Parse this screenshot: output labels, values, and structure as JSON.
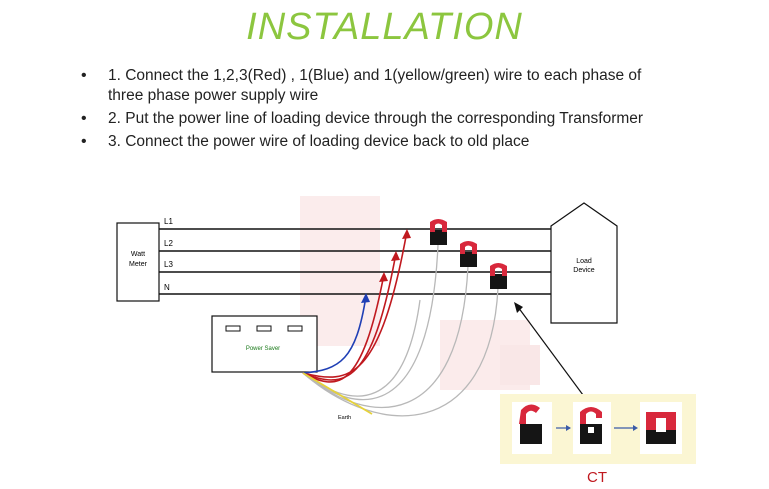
{
  "title": "INSTALLATION",
  "steps": [
    "1. Connect the 1,2,3(Red) , 1(Blue) and 1(yellow/green) wire to each phase of three phase power supply wire",
    "2. Put the power line of loading device through the corresponding Transformer",
    "3. Connect the power wire of loading device back to old place"
  ],
  "diagram": {
    "watt_meter": [
      "Watt",
      "Meter"
    ],
    "lines": [
      "L1",
      "L2",
      "L3",
      "N"
    ],
    "load_device": [
      "Load",
      "Device"
    ],
    "power_saver": "Power Saver",
    "earth": "Earth",
    "ct_label": "CT"
  },
  "colors": {
    "title": "#8cc63f",
    "phase_wire": "#c0191f",
    "neutral_wire": "#1f3fb5",
    "earth_wire": "#e6d23a",
    "ct_body": "#d8283c",
    "ct_panel": "#fbf6d3"
  }
}
